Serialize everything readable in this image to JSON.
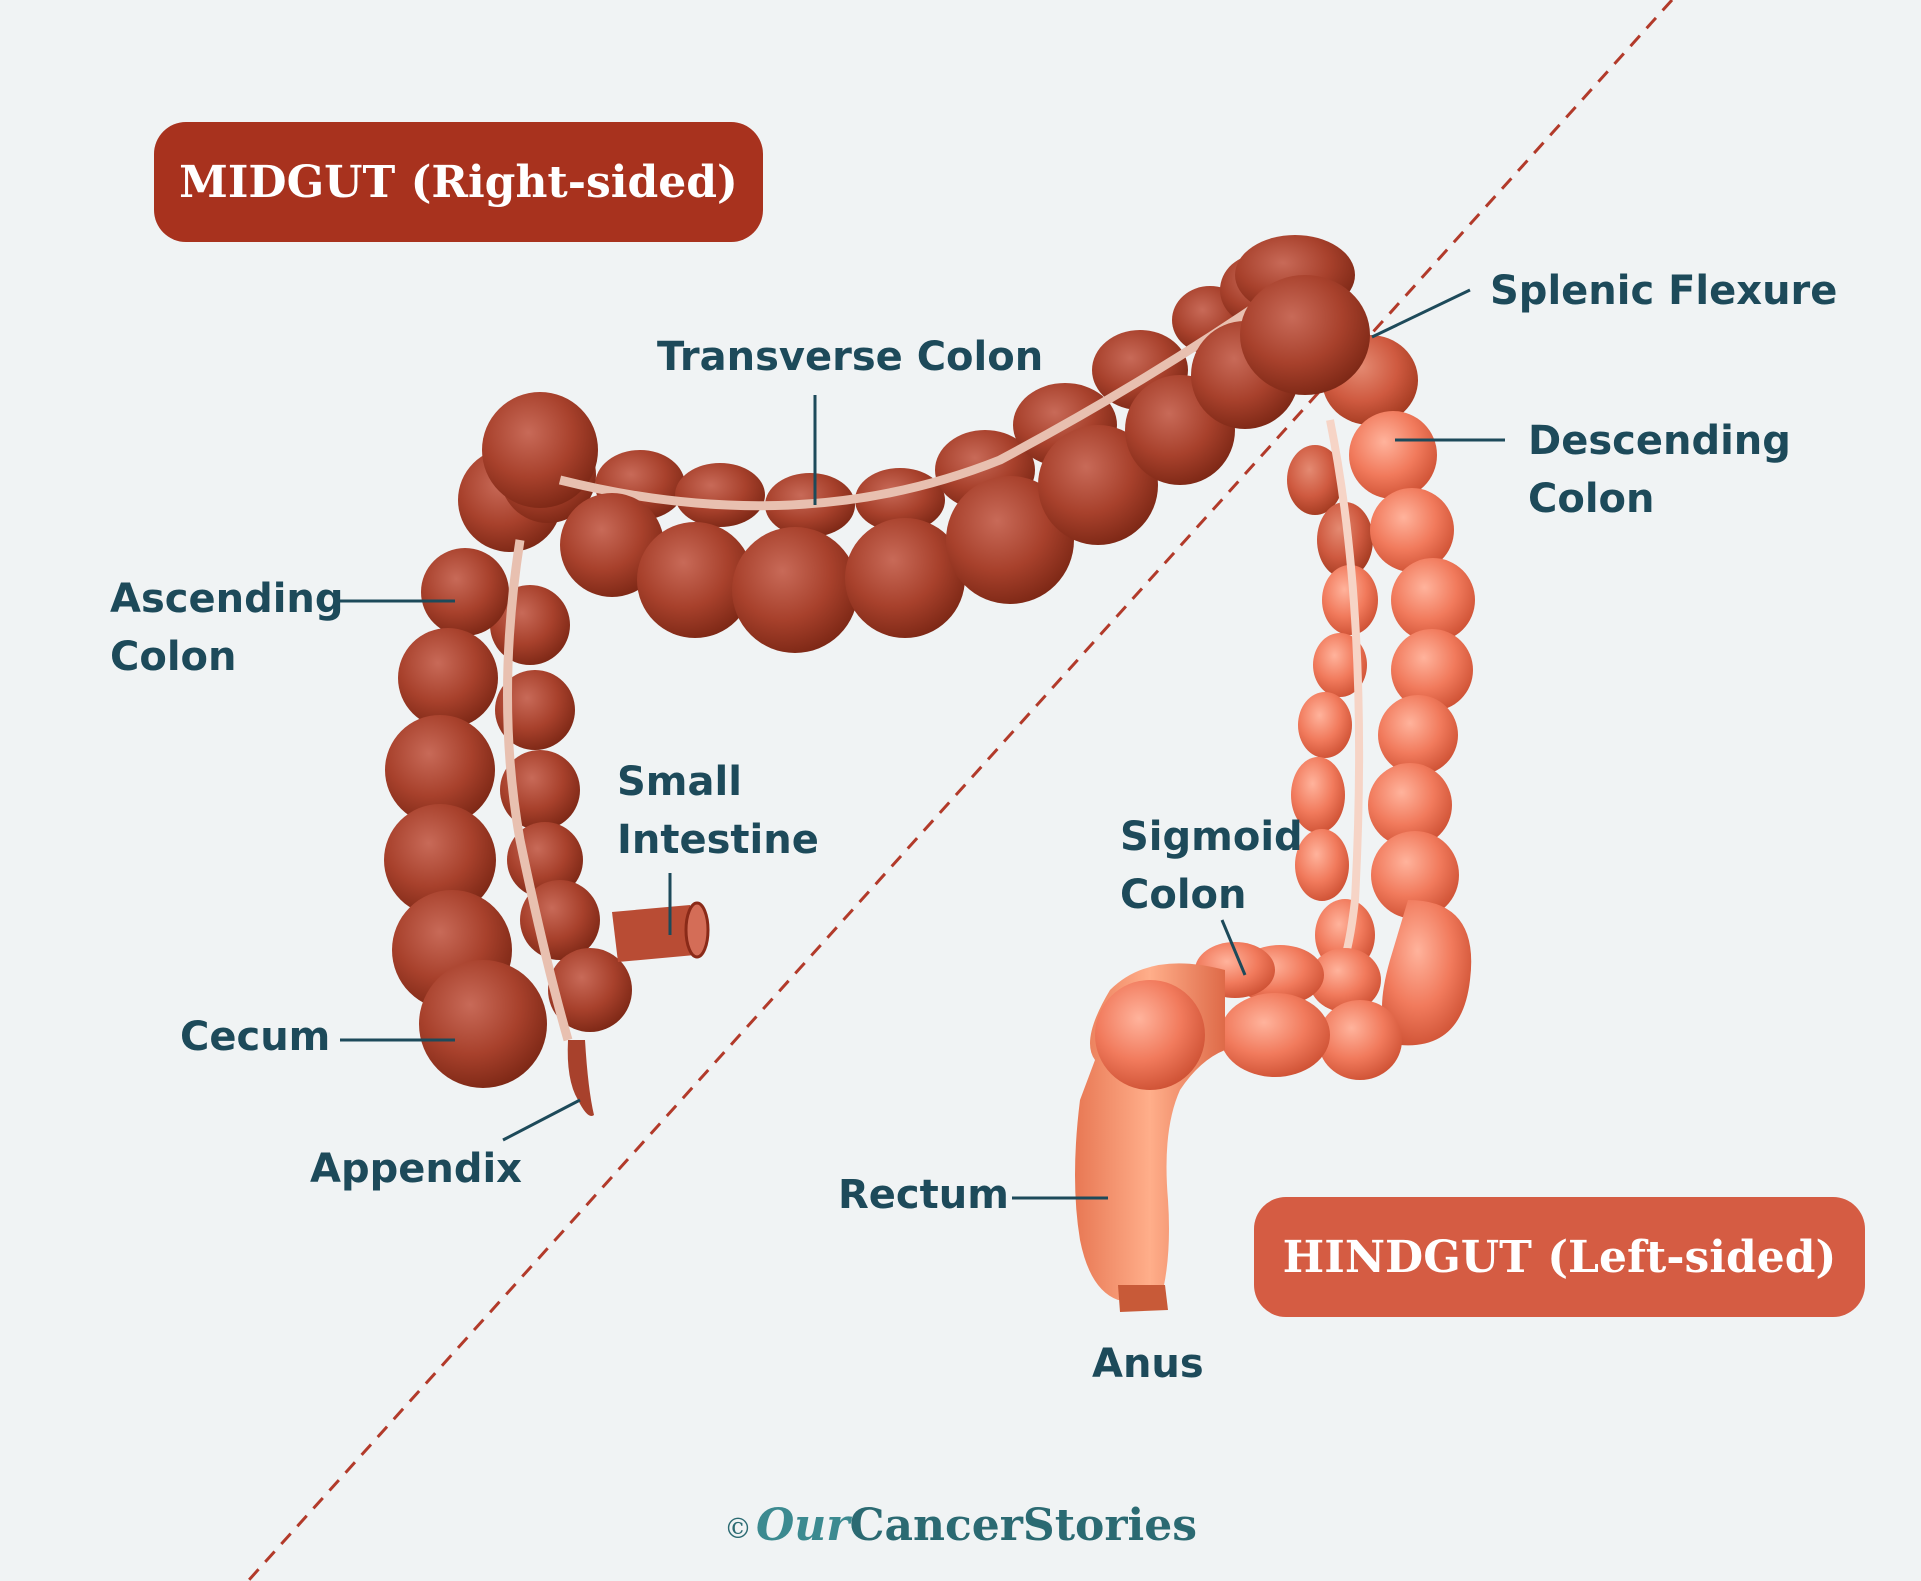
{
  "regions": {
    "midgut_label": "MIDGUT (Right-sided)",
    "hindgut_label": "HINDGUT (Left-sided)"
  },
  "labels": {
    "transverse_colon": "Transverse Colon",
    "splenic_flexure": "Splenic Flexure",
    "descending_colon": [
      "Descending",
      "Colon"
    ],
    "ascending_colon": [
      "Ascending",
      "Colon"
    ],
    "small_intestine": [
      "Small",
      "Intestine"
    ],
    "sigmoid_colon": [
      "Sigmoid",
      "Colon"
    ],
    "cecum": "Cecum",
    "appendix": "Appendix",
    "rectum": "Rectum",
    "anus": "Anus"
  },
  "footer": {
    "copyright": "©",
    "brand_our": "Our",
    "brand_rest": "CancerStories"
  },
  "colors": {
    "background": "#f0f3f4",
    "midgut": "#a8321e",
    "hindgut": "#d55c43",
    "label_text": "#1d4a5a",
    "divider": "#b23a2a"
  }
}
